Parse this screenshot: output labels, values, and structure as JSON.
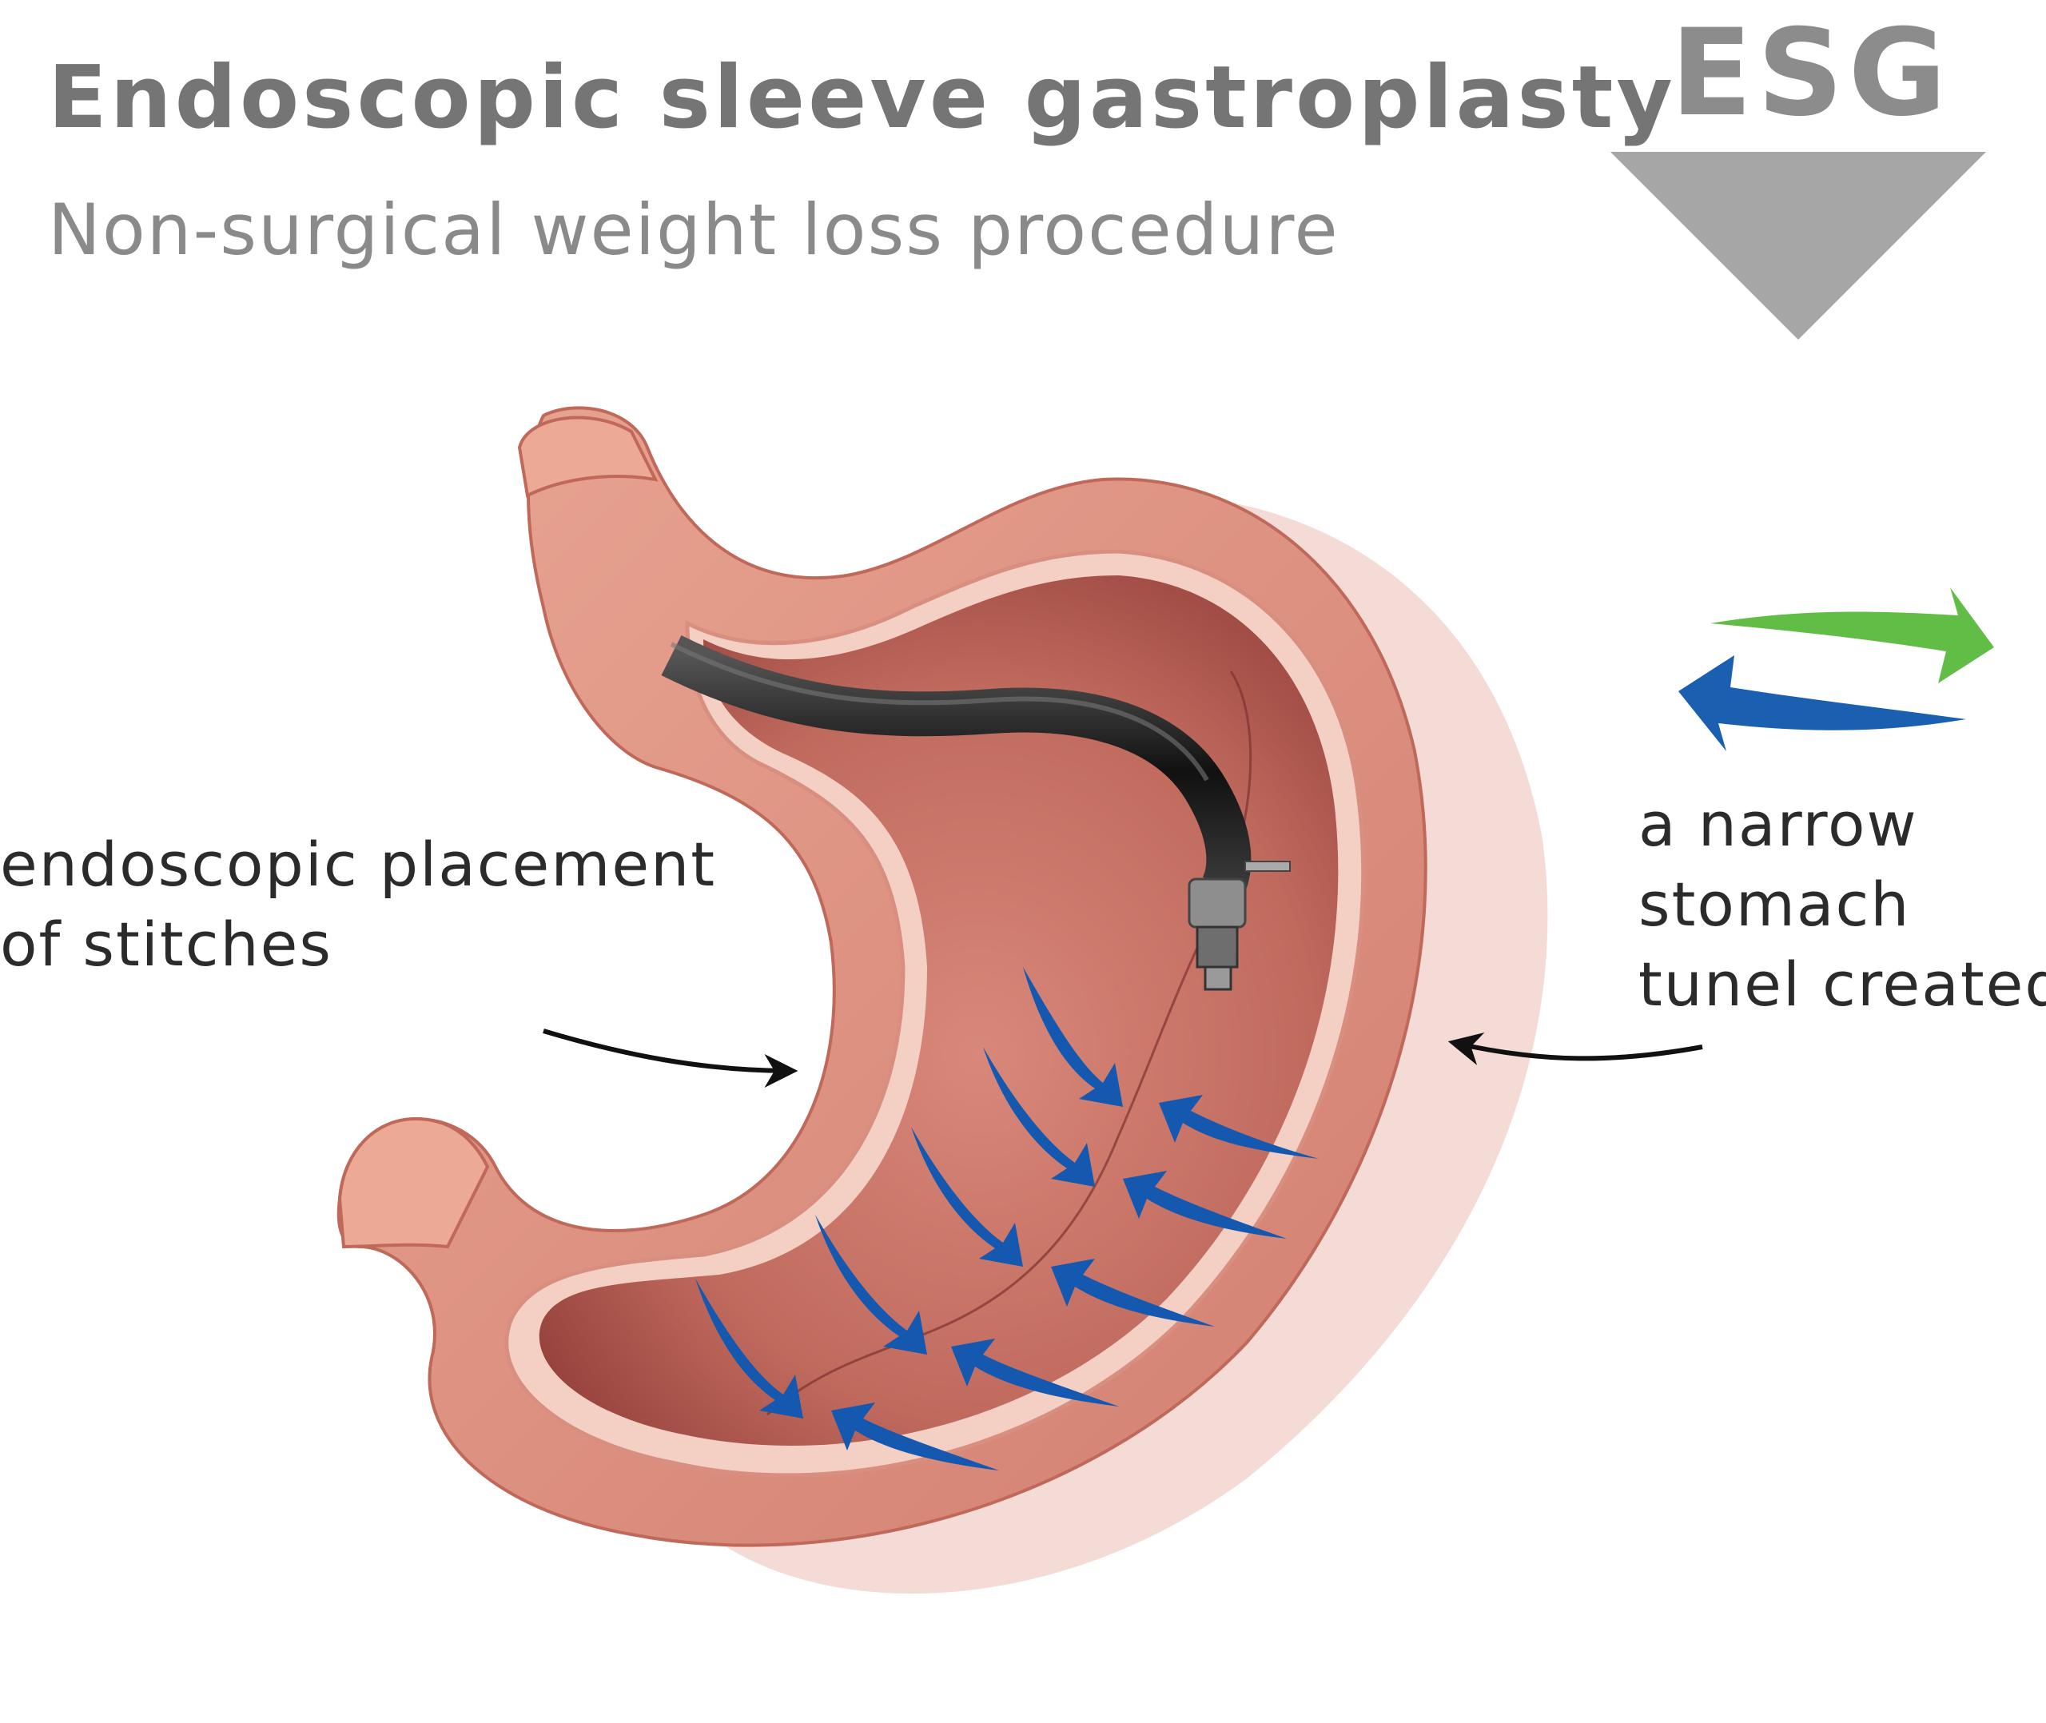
{
  "header": {
    "title": "Endoscopic sleeve gastroplasty",
    "subtitle": "Non-surgical weight loss procedure",
    "badge": "ESG"
  },
  "annotations": {
    "left_label_line1": "endoscopic placement",
    "left_label_line2": "of stitches",
    "right_label_line1": "a narrow",
    "right_label_line2": "stomach",
    "right_label_line3": "tunel created"
  },
  "colors": {
    "title_gray": "#757575",
    "badge_arrow_gray": "#a6a6a6",
    "stomach_outer": "#e08c7c",
    "stomach_inner": "#b04a44",
    "stitch_arrow_blue": "#1458b0",
    "cycle_arrow_green": "#62bd46",
    "cycle_arrow_blue": "#1a5fb0",
    "endoscope_black": "#222222"
  },
  "icons": {
    "badge_arrow": "down-triangle-icon",
    "cycle_arrows": "swap-arrows-icon",
    "pointer_arrows": "arrow-icon"
  }
}
